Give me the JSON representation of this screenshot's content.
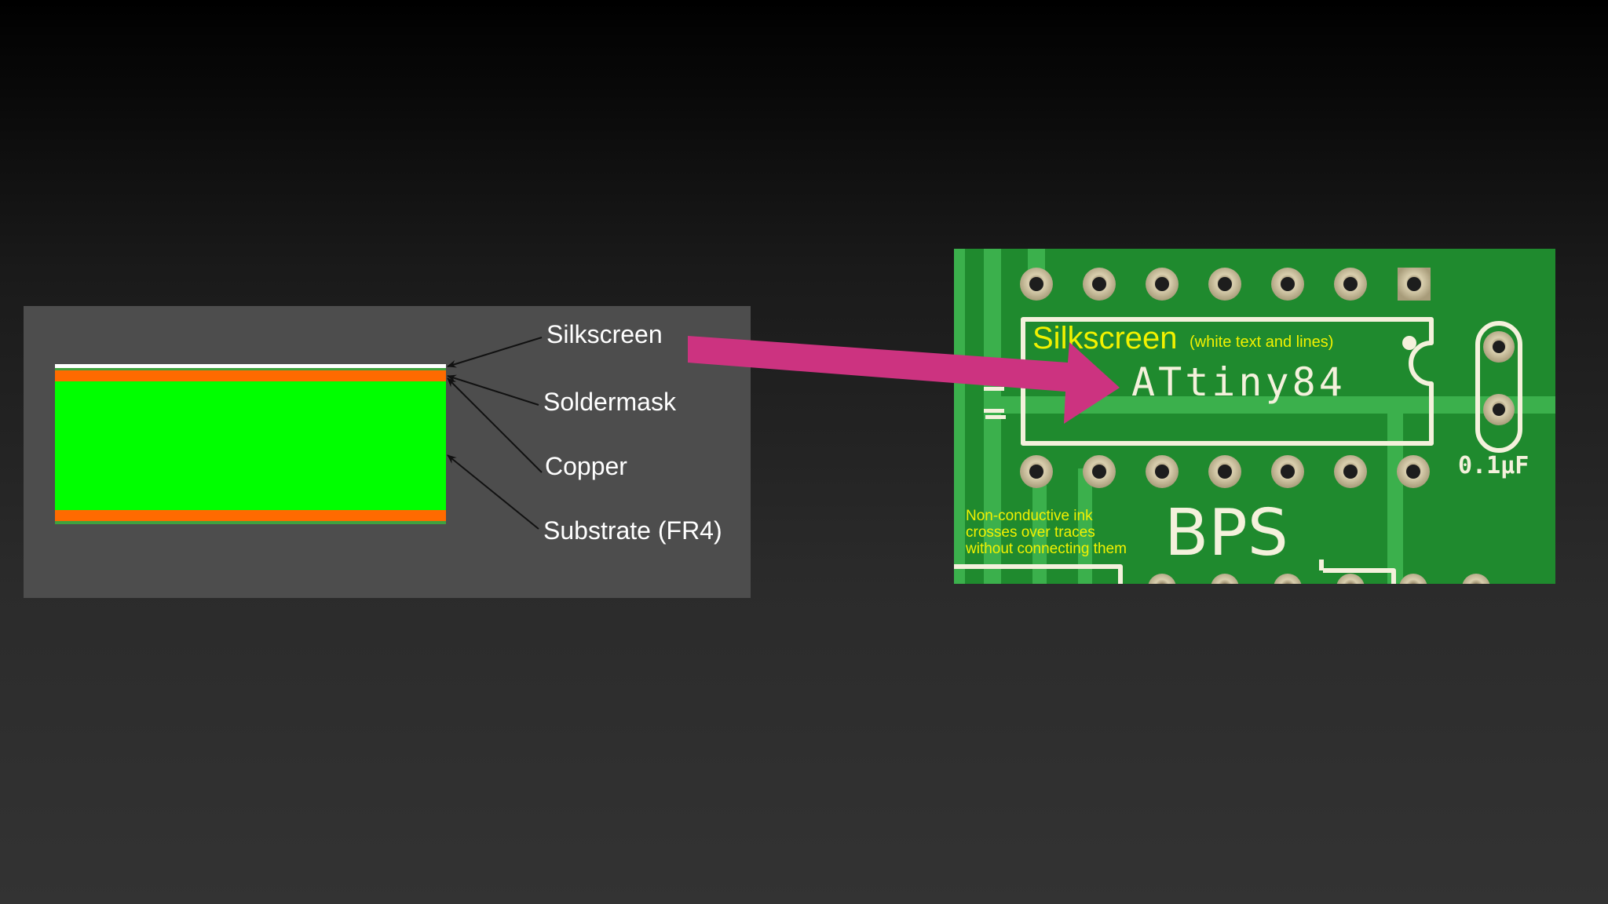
{
  "diagram": {
    "layer_labels": {
      "silkscreen": "Silkscreen",
      "soldermask": "Soldermask",
      "copper": "Copper",
      "substrate": "Substrate (FR4)"
    },
    "colors": {
      "background_top": "#000000",
      "background_bottom": "#333333",
      "panel": "#4d4d4d",
      "silkscreen_layer": "#ffffff",
      "soldermask_layer": "#ff6a00",
      "substrate_layer": "#00ff00",
      "pointer_arrow": "#cc3380"
    }
  },
  "pcb_photo": {
    "silkscreen_title": "Silkscreen",
    "silkscreen_subtitle": "(white text and lines)",
    "chip_label": "ATtiny84",
    "capacitor_label": "0.1µF",
    "board_label": "BPS",
    "note_lines": [
      "Non-conductive ink",
      "crosses over traces",
      "without connecting them"
    ],
    "colors": {
      "board": "#1f8a2e",
      "annotation_text": "#f2f200",
      "silkscreen_ink": "#f4f1dc"
    }
  }
}
